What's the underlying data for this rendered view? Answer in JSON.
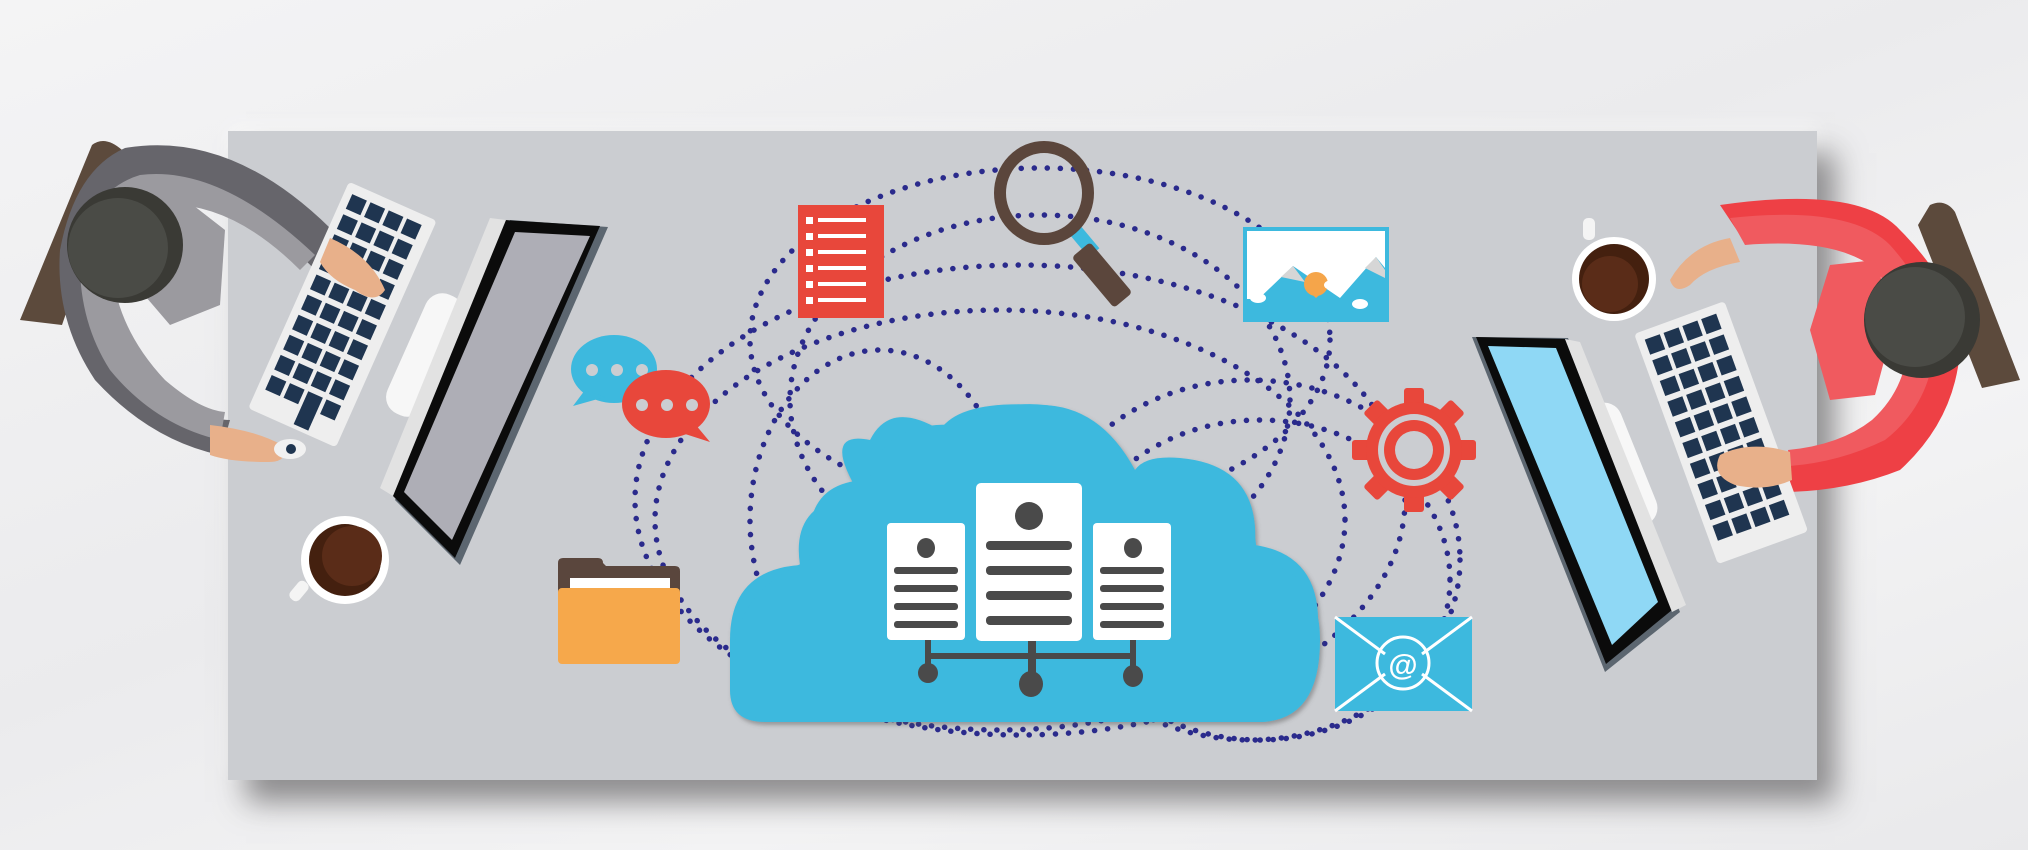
{
  "scene": {
    "title": "Cloud computing teamwork illustration",
    "background_color": "#eeeeef",
    "desk_color": "#cbcdd1",
    "connection_dot_color": "#2a2a8c"
  },
  "cloud": {
    "label": "Cloud server network",
    "color": "#3db9de",
    "servers": [
      {
        "name": "left-server",
        "lines": 4
      },
      {
        "name": "center-server",
        "lines": 4
      },
      {
        "name": "right-server",
        "lines": 4
      }
    ],
    "server_color": "#ffffff",
    "detail_color": "#4a4a4a"
  },
  "icons": [
    {
      "name": "document-list",
      "label": "Document list",
      "color": "#e8473b"
    },
    {
      "name": "magnifier",
      "label": "Search",
      "color": "#5b463c",
      "accent": "#3db9de"
    },
    {
      "name": "image",
      "label": "Image / photo",
      "color": "#3db9de",
      "accent": "#f5a54a"
    },
    {
      "name": "chat-bubbles",
      "label": "Chat",
      "color": "#3db9de",
      "accent": "#e8473b"
    },
    {
      "name": "gear",
      "label": "Settings",
      "color": "#e8473b"
    },
    {
      "name": "folder",
      "label": "Folder",
      "color": "#f6a84b",
      "accent": "#5a463d"
    },
    {
      "name": "email",
      "label": "Email",
      "color": "#3db9de",
      "symbol": "@"
    }
  ],
  "people": [
    {
      "name": "left-worker",
      "shirt": "#9b9a9f",
      "shirt_shade": "#66656b",
      "hair": "#3c3c38",
      "chair": "#5c4a3c",
      "monitor_screen": "#aeaeb6"
    },
    {
      "name": "right-worker",
      "shirt": "#f05a5f",
      "shirt_shade": "#ee4045",
      "hair": "#3c3c38",
      "chair": "#5c4a3c",
      "monitor_screen": "#8fd8f5"
    }
  ],
  "objects": {
    "coffee_color": "#44200f",
    "keyboard_key_color": "#1f3550",
    "skin_color": "#e8b08a"
  }
}
